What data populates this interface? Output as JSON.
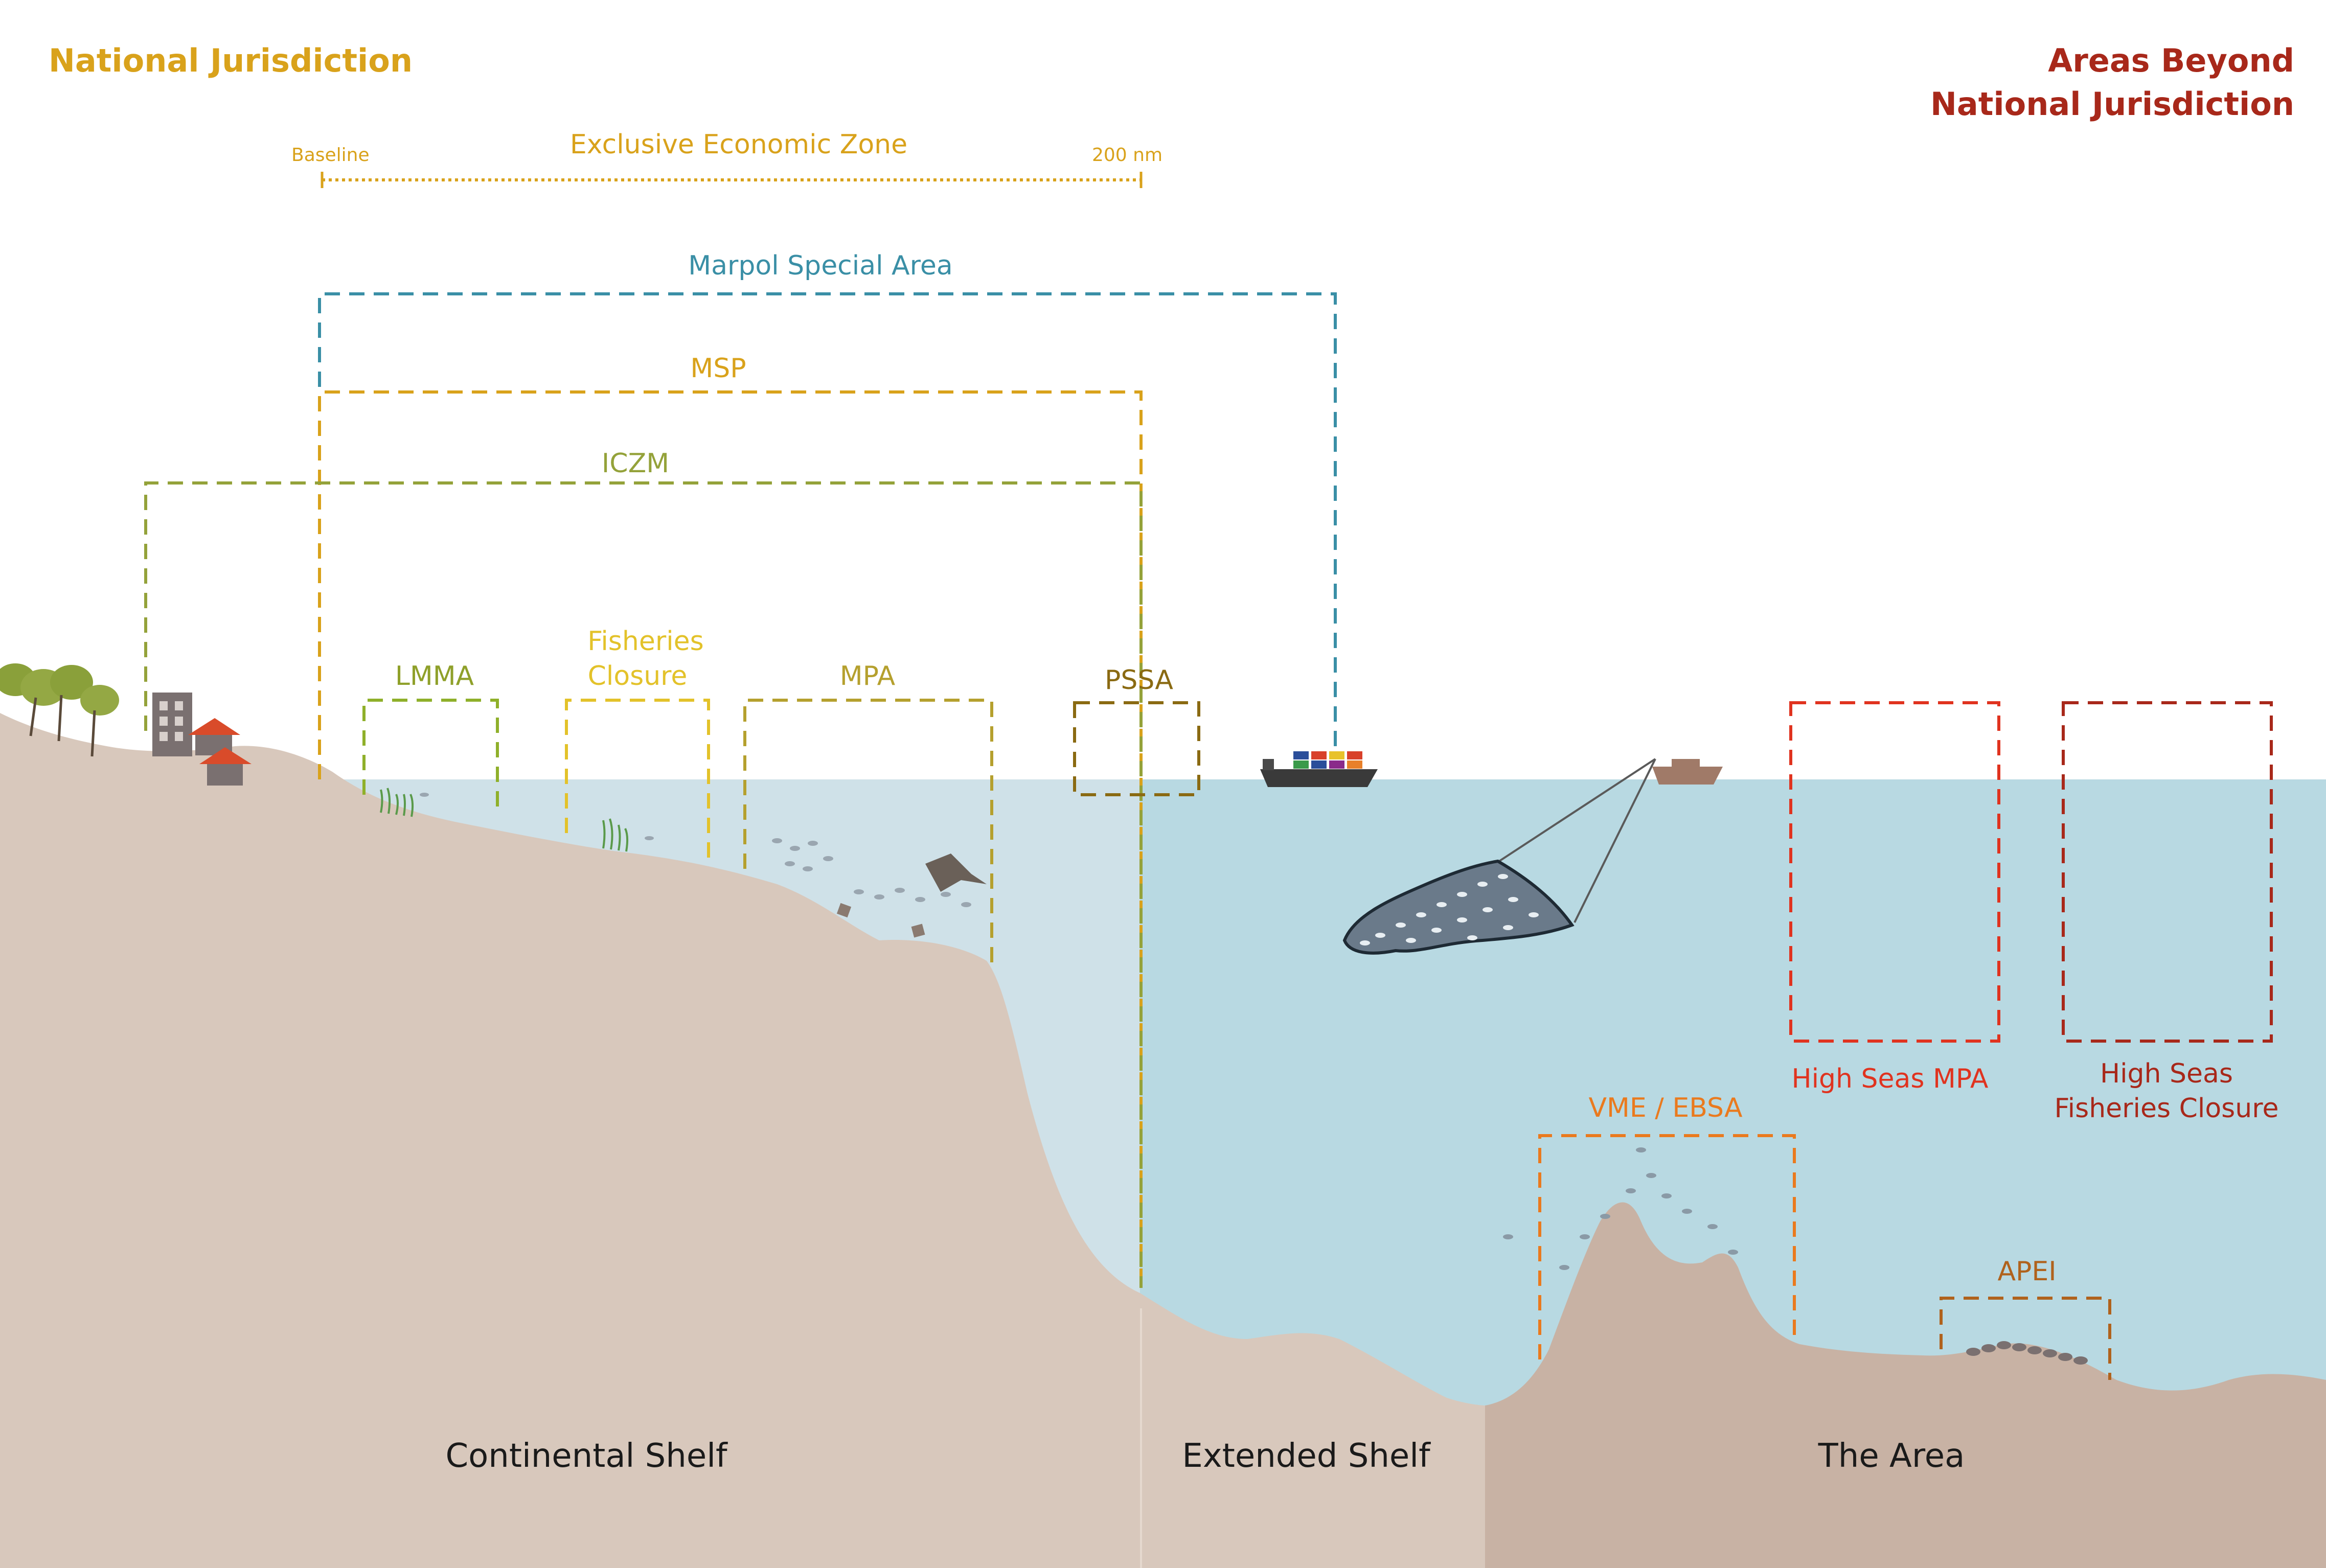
{
  "headers": {
    "left": "National Jurisdiction",
    "right_line1": "Areas Beyond",
    "right_line2": "National Jurisdiction"
  },
  "eez": {
    "label": "Exclusive Economic Zone",
    "start_label": "Baseline",
    "end_label": "200 nm"
  },
  "zones": {
    "marpol": "Marpol Special Area",
    "msp": "MSP",
    "iczm": "ICZM",
    "lmma": "LMMA",
    "fisheries_closure_line1": "Fisheries",
    "fisheries_closure_line2": "Closure",
    "mpa": "MPA",
    "pssa": "PSSA",
    "high_seas_mpa": "High Seas MPA",
    "high_seas_fc_line1": "High Seas",
    "high_seas_fc_line2": "Fisheries Closure",
    "vme_ebsa": "VME / EBSA",
    "apei": "APEI"
  },
  "seabed_regions": {
    "continental_shelf": "Continental Shelf",
    "extended_shelf": "Extended Shelf",
    "the_area": "The Area"
  },
  "colors": {
    "national": "#d9a21b",
    "abnj": "#a8281a",
    "marpol": "#3a8fa6",
    "iczm": "#94a23a",
    "lmma": "#8fb02a",
    "fisheries_closure": "#e3c22a",
    "mpa": "#b5a02e",
    "pssa": "#8a6a12",
    "high_seas_mpa": "#e0331f",
    "high_seas_fc": "#a8281a",
    "vme_ebsa": "#ea7a1e",
    "apei": "#b0621c",
    "sea_shelf": "#cfe1e8",
    "sea_open": "#b8d9e2",
    "land": "#d8c8bc",
    "area_seabed": "#c8b2a4"
  }
}
